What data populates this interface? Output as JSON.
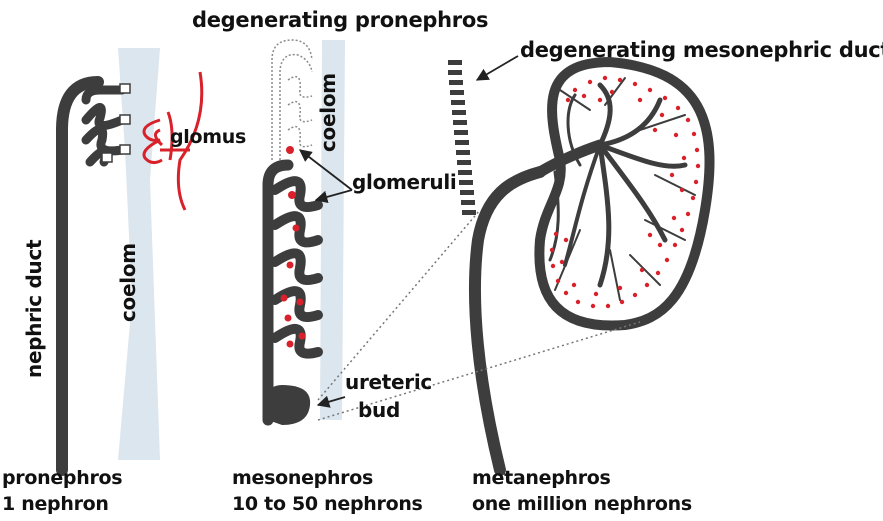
{
  "labels": {
    "degenerating_pronephros": "degenerating pronephros",
    "degenerating_mesonephric_duct": "degenerating mesonephric duct",
    "glomus": "glomus",
    "coelom_left": "coelom",
    "coelom_middle": "coelom",
    "glomeruli": "glomeruli",
    "nephric_duct": "nephric duct",
    "ureteric": "ureteric",
    "bud": "bud"
  },
  "captions": {
    "pronephros": {
      "name": "pronephros",
      "count": "1 nephron"
    },
    "mesonephros": {
      "name": "mesonephros",
      "count": "10 to 50 nephrons"
    },
    "metanephros": {
      "name": "metanephros",
      "count": "one million nephrons"
    }
  },
  "colors": {
    "tissue": "#3d3d3d",
    "coelom": "#dce6ee",
    "glomerulus": "#d8212a",
    "line": "#222222",
    "dotted": "#777777"
  }
}
